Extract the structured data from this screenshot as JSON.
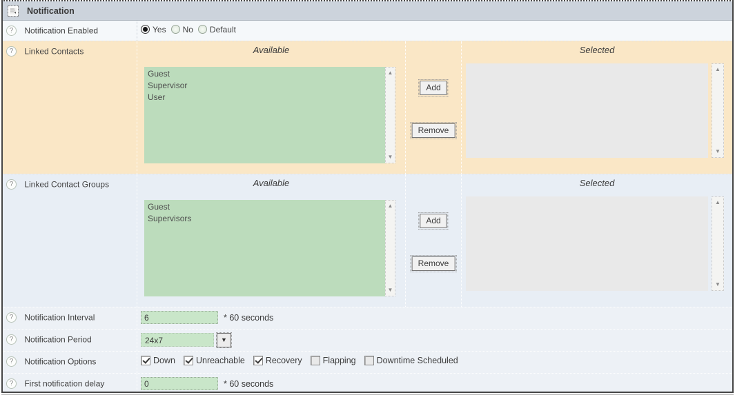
{
  "colors": {
    "header_bg": "#ccd3dc",
    "row_highlight_peach": "#fae7c6",
    "row_blue": "#e8eef5",
    "row_light": "#edf1f6",
    "list_green": "#bcdcbc",
    "input_green": "#c9e6c9",
    "selected_list_gray": "#e9e9e9",
    "border_dark": "#454545"
  },
  "header": {
    "title": "Notification"
  },
  "notification_enabled": {
    "label": "Notification Enabled",
    "options": [
      {
        "label": "Yes",
        "checked": true
      },
      {
        "label": "No",
        "checked": false
      },
      {
        "label": "Default",
        "checked": false
      }
    ]
  },
  "linked_contacts": {
    "label": "Linked Contacts",
    "available_title": "Available",
    "selected_title": "Selected",
    "available_items": [
      "Guest",
      "Supervisor",
      "User"
    ],
    "selected_items": [],
    "add_label": "Add",
    "remove_label": "Remove"
  },
  "linked_contact_groups": {
    "label": "Linked Contact Groups",
    "available_title": "Available",
    "selected_title": "Selected",
    "available_items": [
      "Guest",
      "Supervisors"
    ],
    "selected_items": [],
    "add_label": "Add",
    "remove_label": "Remove"
  },
  "notification_interval": {
    "label": "Notification Interval",
    "value": "6",
    "suffix": "* 60 seconds"
  },
  "notification_period": {
    "label": "Notification Period",
    "value": "24x7"
  },
  "notification_options": {
    "label": "Notification Options",
    "options": [
      {
        "label": "Down",
        "checked": true
      },
      {
        "label": "Unreachable",
        "checked": true
      },
      {
        "label": "Recovery",
        "checked": true
      },
      {
        "label": "Flapping",
        "checked": false
      },
      {
        "label": "Downtime Scheduled",
        "checked": false
      }
    ]
  },
  "first_notification_delay": {
    "label": "First notification delay",
    "value": "0",
    "suffix": "* 60 seconds"
  },
  "icons": {
    "scroll_up": "▲",
    "scroll_down": "▼",
    "dropdown_arrow": "▼",
    "help": "?"
  }
}
